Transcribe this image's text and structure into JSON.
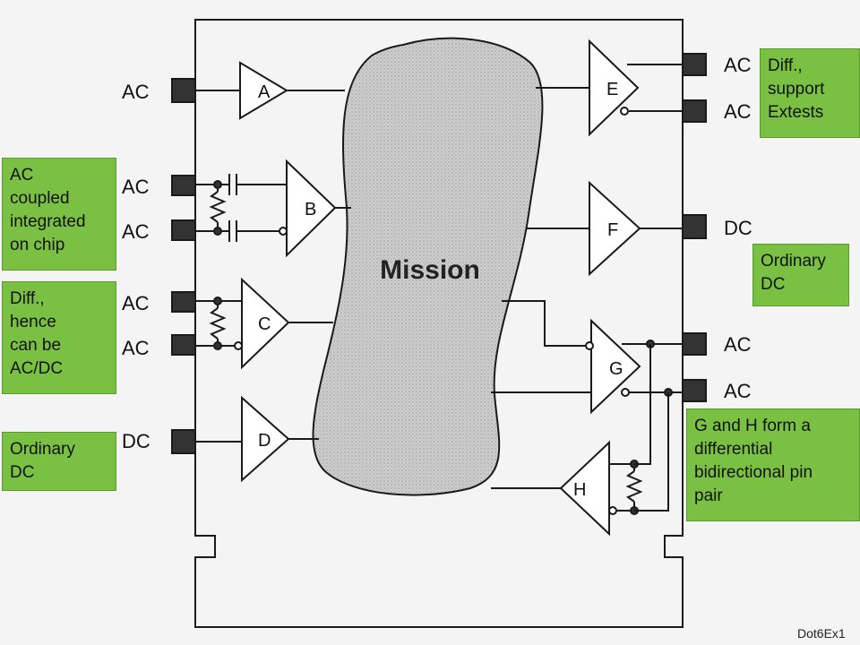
{
  "diagram": {
    "mission_label": "Mission",
    "buffers": {
      "a": "A",
      "b": "B",
      "c": "C",
      "d": "D",
      "e": "E",
      "f": "F",
      "g": "G",
      "h": "H"
    },
    "pins_left": [
      "AC",
      "AC",
      "AC",
      "AC",
      "AC",
      "DC"
    ],
    "pins_right": [
      "AC",
      "AC",
      "DC",
      "AC",
      "AC"
    ],
    "slide_tag": "Dot6Ex1"
  },
  "notes": {
    "ac_coupled": [
      "AC",
      "coupled",
      "integrated",
      "on chip"
    ],
    "diff_acdc": [
      "Diff.,",
      "hence",
      "can be",
      "AC/DC"
    ],
    "ordinary_dc_left": [
      "Ordinary",
      "DC"
    ],
    "extests": [
      "Diff.,",
      "support",
      "Extests"
    ],
    "ordinary_dc_right": [
      "Ordinary",
      "DC"
    ],
    "gh_pair": [
      "G and H form a",
      "differential",
      "bidirectional pin",
      "pair"
    ]
  },
  "colors": {
    "note_bg": "#7ac143",
    "line": "#1a1a1a",
    "mission_fill": "#c9c9c9"
  }
}
